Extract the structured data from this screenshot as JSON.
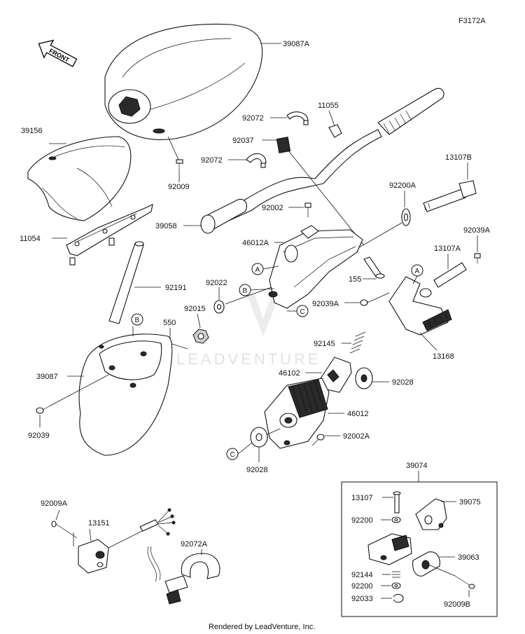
{
  "figure_code": "F3172A",
  "front_arrow_label": "FRONT",
  "watermark": "LEADVENTURE",
  "footer": "Rendered by LeadVenture, Inc.",
  "ref_circles": [
    "A",
    "B",
    "C",
    "A",
    "B",
    "C"
  ],
  "part_labels": [
    "39087A",
    "92072",
    "11055",
    "92037",
    "39156",
    "92072",
    "13107B",
    "92009",
    "92200A",
    "92002",
    "39058",
    "92039A",
    "46012A",
    "11054",
    "13107A",
    "155",
    "92191",
    "92022",
    "92015",
    "550",
    "92039A",
    "92145",
    "13168",
    "46102",
    "92028",
    "39087",
    "46012",
    "92039",
    "92002A",
    "92028",
    "39074",
    "13107",
    "39075",
    "92009A",
    "13151",
    "92072A",
    "92200",
    "39063",
    "92144",
    "92200",
    "92033",
    "92009B"
  ]
}
